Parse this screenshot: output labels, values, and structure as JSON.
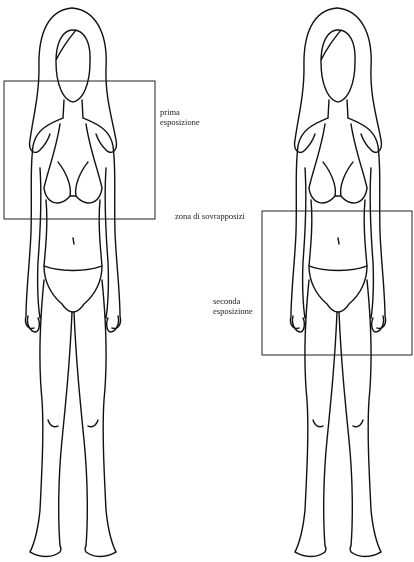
{
  "labels": {
    "first_exposure_line1": "prima",
    "first_exposure_line2": "esposizione",
    "overlap_zone": "zona di sovrapposizi",
    "second_exposure_line1": "seconda",
    "second_exposure_line2": "esposizione"
  },
  "colors": {
    "line": "#111111",
    "background": "#ffffff"
  }
}
